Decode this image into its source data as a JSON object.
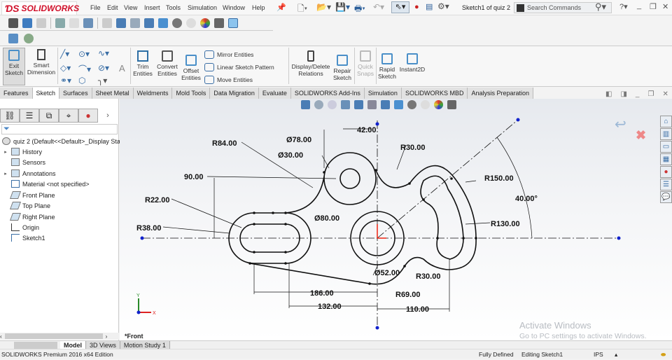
{
  "app": {
    "logo_text": "SOLIDWORKS",
    "document_title": "Sketch1 of quiz 2",
    "menu": [
      "File",
      "Edit",
      "View",
      "Insert",
      "Tools",
      "Simulation",
      "Window",
      "Help"
    ],
    "search_placeholder": "Search Commands"
  },
  "ribbon": {
    "exit_sketch": "Exit Sketch",
    "smart_dimension": "Smart Dimension",
    "trim_entities": "Trim Entities",
    "convert_entities": "Convert Entities",
    "offset_entities": "Offset Entities",
    "mirror_entities": "Mirror Entities",
    "linear_sketch_pattern": "Linear Sketch Pattern",
    "move_entities": "Move Entities",
    "display_delete_relations": "Display/Delete Relations",
    "repair_sketch": "Repair Sketch",
    "quick_snaps": "Quick Snaps",
    "rapid_sketch": "Rapid Sketch",
    "instant2d": "Instant2D"
  },
  "tabs": [
    "Features",
    "Sketch",
    "Surfaces",
    "Sheet Metal",
    "Weldments",
    "Mold Tools",
    "Data Migration",
    "Evaluate",
    "SOLIDWORKS Add-Ins",
    "Simulation",
    "SOLIDWORKS MBD",
    "Analysis Preparation"
  ],
  "active_tab": "Sketch",
  "feature_tree": {
    "root": "quiz 2  (Default<<Default>_Display State",
    "items": [
      {
        "label": "History",
        "expandable": true
      },
      {
        "label": "Sensors",
        "expandable": false
      },
      {
        "label": "Annotations",
        "expandable": true
      },
      {
        "label": "Material <not specified>",
        "expandable": false
      },
      {
        "label": "Front Plane",
        "expandable": false
      },
      {
        "label": "Top Plane",
        "expandable": false
      },
      {
        "label": "Right Plane",
        "expandable": false
      },
      {
        "label": "Origin",
        "expandable": false
      },
      {
        "label": "Sketch1",
        "expandable": false
      }
    ]
  },
  "sketch": {
    "dimensions": {
      "d42": "42.00",
      "r84": "R84.00",
      "dia78": "Ø78.00",
      "dia30": "Ø30.00",
      "r30_top": "R30.00",
      "d90": "90.00",
      "r150": "R150.00",
      "r22": "R22.00",
      "angle40": "40.00°",
      "r38": "R38.00",
      "dia80": "Ø80.00",
      "r130": "R130.00",
      "dia52": "Ø52.00",
      "r30_bottom": "R30.00",
      "r69": "R69.00",
      "d186": "186.00",
      "d132": "132.00",
      "d110": "110.00"
    },
    "axis_x": "X",
    "axis_y": "Y"
  },
  "view_label": "*Front",
  "watermark": {
    "line1": "Activate Windows",
    "line2": "Go to PC settings to activate Windows."
  },
  "bottom_tabs": [
    "Model",
    "3D Views",
    "Motion Study 1"
  ],
  "status": {
    "edition": "SOLIDWORKS Premium 2016 x64 Edition",
    "definition": "Fully Defined",
    "editing": "Editing Sketch1",
    "units": "IPS"
  }
}
